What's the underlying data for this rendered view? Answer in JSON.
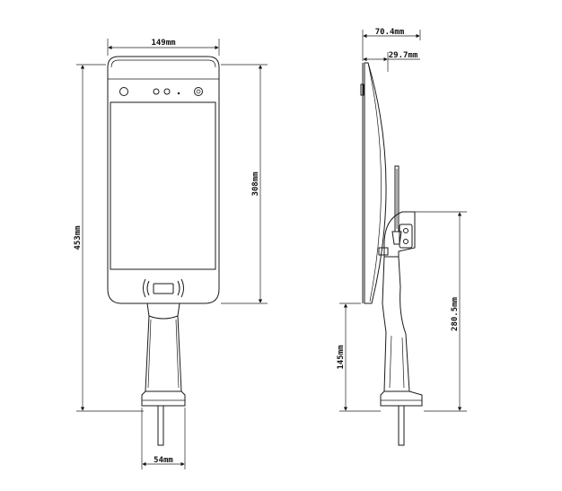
{
  "dimensions": {
    "front_width": "149mm",
    "screen_height": "308mm",
    "total_height": "453mm",
    "base_width": "54mm",
    "side_depth": "70.4mm",
    "panel_depth": "29.7mm",
    "mount_height": "280.5mm",
    "stand_height": "145mm"
  }
}
